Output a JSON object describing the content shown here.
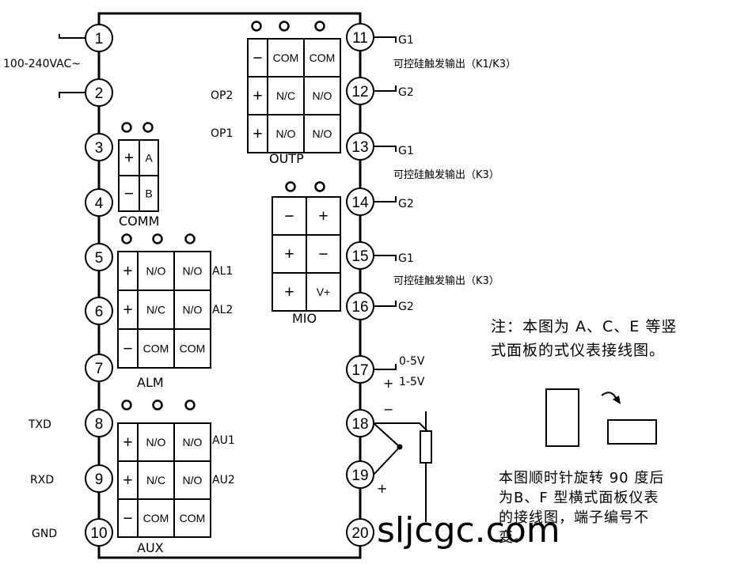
{
  "power": {
    "voltage": "100-240VAC~"
  },
  "terminals": [
    "1",
    "2",
    "3",
    "4",
    "5",
    "6",
    "7",
    "8",
    "9",
    "10",
    "11",
    "12",
    "13",
    "14",
    "15",
    "16",
    "17",
    "18",
    "19",
    "20"
  ],
  "left_labels": {
    "txd": "TXD",
    "rxd": "RXD",
    "gnd": "GND"
  },
  "outp": {
    "name": "OUTP",
    "op2": "OP2",
    "op1": "OP1",
    "cells": [
      [
        "−",
        "COM",
        "COM"
      ],
      [
        "+",
        "N/C",
        "N/O"
      ],
      [
        "+",
        "N/O",
        "N/O"
      ]
    ]
  },
  "comm": {
    "name": "COMM",
    "cells": [
      [
        "+",
        "A"
      ],
      [
        "−",
        "B"
      ]
    ]
  },
  "alm": {
    "name": "ALM",
    "al1": "AL1",
    "al2": "AL2",
    "cells": [
      [
        "+",
        "N/O",
        "N/O"
      ],
      [
        "+",
        "N/C",
        "N/O"
      ],
      [
        "−",
        "COM",
        "COM"
      ]
    ]
  },
  "mio": {
    "name": "MIO",
    "cells": [
      [
        "−",
        "+"
      ],
      [
        "+",
        "−"
      ],
      [
        "+",
        "V+"
      ]
    ]
  },
  "aux": {
    "name": "AUX",
    "au1": "AU1",
    "au2": "AU2",
    "cells": [
      [
        "+",
        "N/O",
        "N/O"
      ],
      [
        "+",
        "N/C",
        "N/O"
      ],
      [
        "−",
        "COM",
        "COM"
      ]
    ]
  },
  "right_labels": {
    "g1": "G1",
    "g2": "G2",
    "scr1": "可控硅触发输出（K1/K3）",
    "scr2": "可控硅触发输出（K3）",
    "scr3": "可控硅触发输出（K3）",
    "v05": "0-5V",
    "v15": "1-5V",
    "plus": "+",
    "minus": "−"
  },
  "note1": [
    "注：本图为 A、C、E 等竖",
    "式面板的式仪表接线图。"
  ],
  "note2": [
    "本图顺时针旋转 90 度后",
    "为B、F 型横式面板仪表",
    "的接线图，端子编号不",
    "变。"
  ],
  "watermark": "sljcgc.com"
}
